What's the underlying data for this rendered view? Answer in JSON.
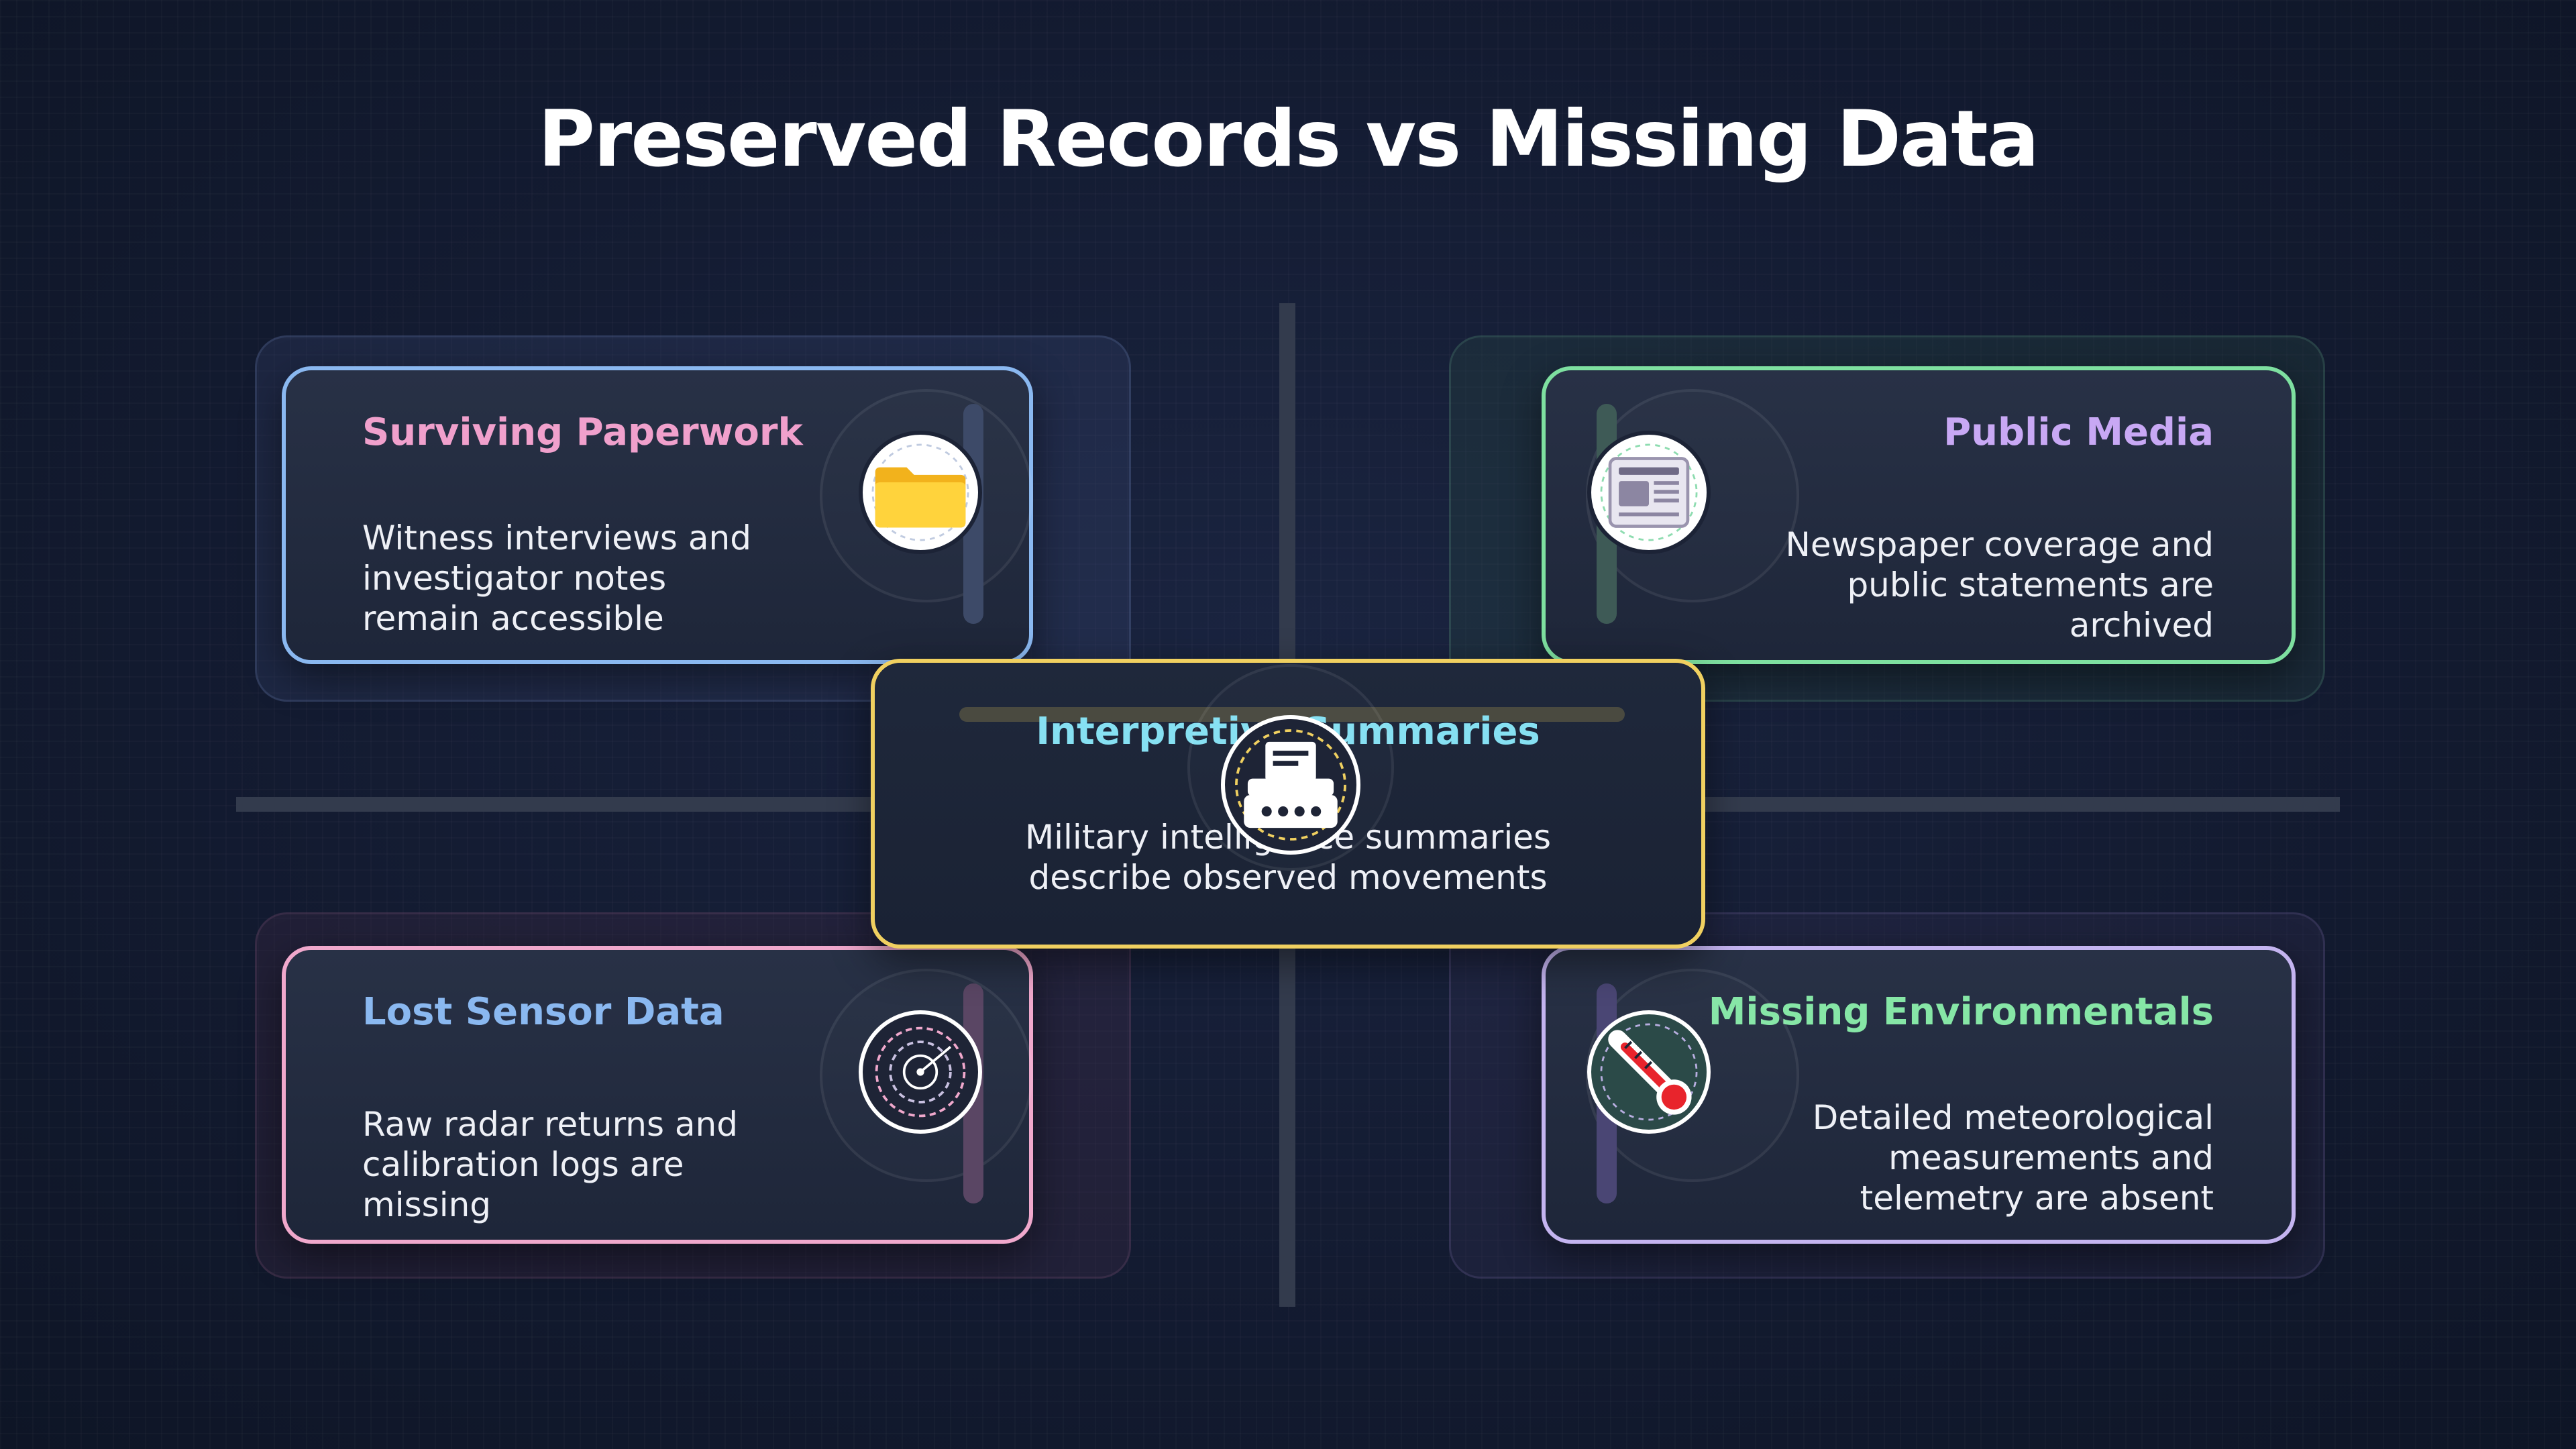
{
  "title": "Preserved Records vs Missing Data",
  "cards": {
    "surviving_paperwork": {
      "title": "Surviving Paperwork",
      "description": "Witness interviews and investigator notes remain accessible",
      "icon": "folder-icon",
      "title_color": "#f0a0cc",
      "border_color": "#8ab8f0"
    },
    "public_media": {
      "title": "Public Media",
      "description": "Newspaper coverage and public statements are archived",
      "icon": "newspaper-icon",
      "title_color": "#c8a8f4",
      "border_color": "#7ee0a0"
    },
    "interpretive_summaries": {
      "title": "Interpretive Summaries",
      "description": "Military intelligence summaries describe observed movements",
      "icon": "typewriter-icon",
      "title_color": "#86e0f2",
      "border_color": "#f0d060"
    },
    "lost_sensor_data": {
      "title": "Lost Sensor Data",
      "description": "Raw radar returns and calibration logs are missing",
      "icon": "radar-icon",
      "title_color": "#8ab8f0",
      "border_color": "#f0a8cc"
    },
    "missing_environmentals": {
      "title": "Missing Environmentals",
      "description": "Detailed meteorological measurements and telemetry are absent",
      "icon": "thermometer-icon",
      "title_color": "#86e6a6",
      "border_color": "#c4b4f0"
    }
  }
}
